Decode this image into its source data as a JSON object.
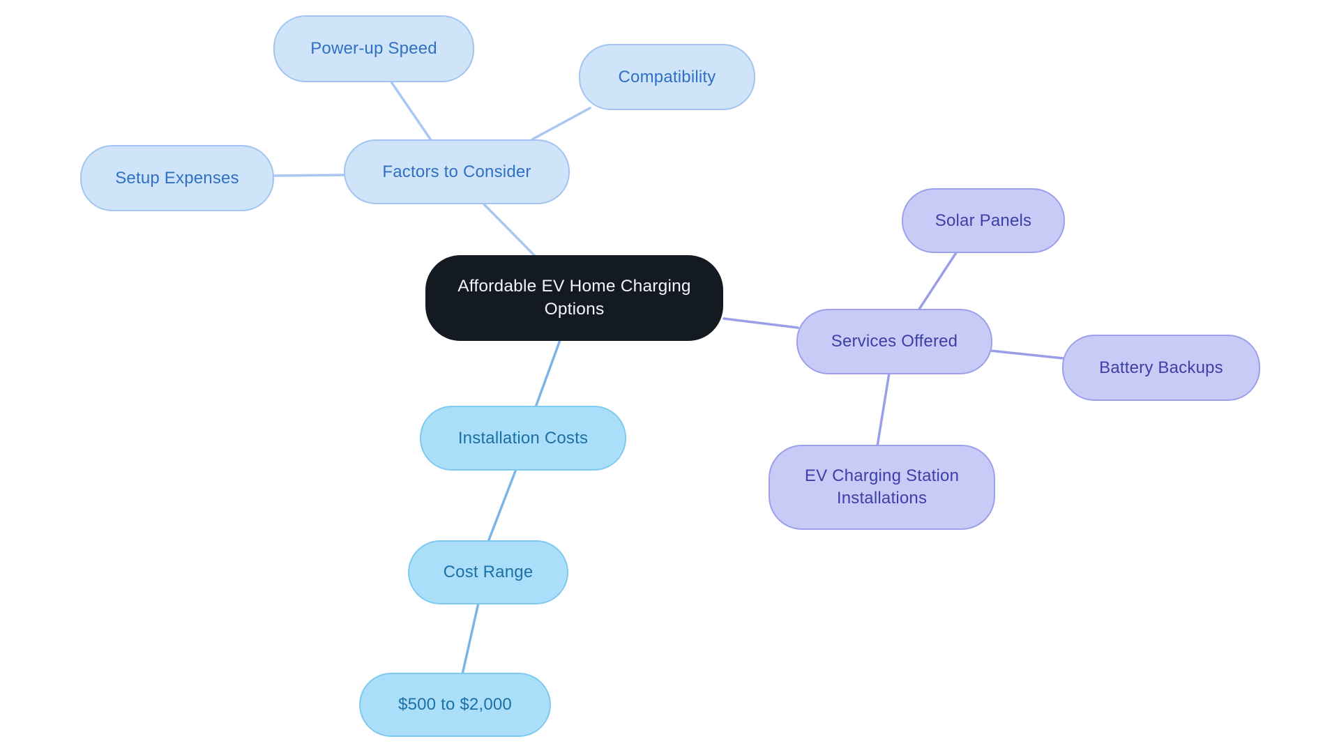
{
  "diagram": {
    "type": "mindmap",
    "title": "Affordable EV Home Charging Options mind map",
    "structure": {
      "root": "Affordable EV Home Charging Options",
      "branches": [
        {
          "label": "Factors to Consider",
          "children": [
            "Power-up Speed",
            "Compatibility",
            "Setup Expenses"
          ]
        },
        {
          "label": "Services Offered",
          "children": [
            "Solar Panels",
            "Battery Backups",
            "EV Charging Station Installations"
          ]
        },
        {
          "label": "Installation Costs",
          "children": [
            {
              "label": "Cost Range",
              "children": [
                "$500 to $2,000"
              ]
            }
          ]
        }
      ]
    }
  },
  "nodes": {
    "root": {
      "label": "Affordable EV Home Charging Options"
    },
    "factors": {
      "label": "Factors to Consider"
    },
    "power_up": {
      "label": "Power-up Speed"
    },
    "compatibility": {
      "label": "Compatibility"
    },
    "setup": {
      "label": "Setup Expenses"
    },
    "services": {
      "label": "Services Offered"
    },
    "solar": {
      "label": "Solar Panels"
    },
    "battery": {
      "label": "Battery Backups"
    },
    "ev_install": {
      "label": "EV Charging Station Installations"
    },
    "install_costs": {
      "label": "Installation Costs"
    },
    "cost_range": {
      "label": "Cost Range"
    },
    "price": {
      "label": "$500 to $2,000"
    }
  },
  "colors": {
    "background": "#ffffff",
    "root_fill": "#131a22",
    "root_text": "#f3f6fa",
    "blue_fill": "#cfe3f9",
    "blue_border": "#a3c4f0",
    "blue_text": "#2e71c4",
    "blue_edge": "#a9c7f0",
    "cyan_fill": "#abdff9",
    "cyan_border": "#7ec9f0",
    "cyan_text": "#1b70a6",
    "cyan_edge": "#7db4e6",
    "lavender_fill": "#c9cbf7",
    "lavender_border": "#9c9fe9",
    "lavender_text": "#3d3fa6",
    "lavender_edge": "#9a9ee8"
  }
}
